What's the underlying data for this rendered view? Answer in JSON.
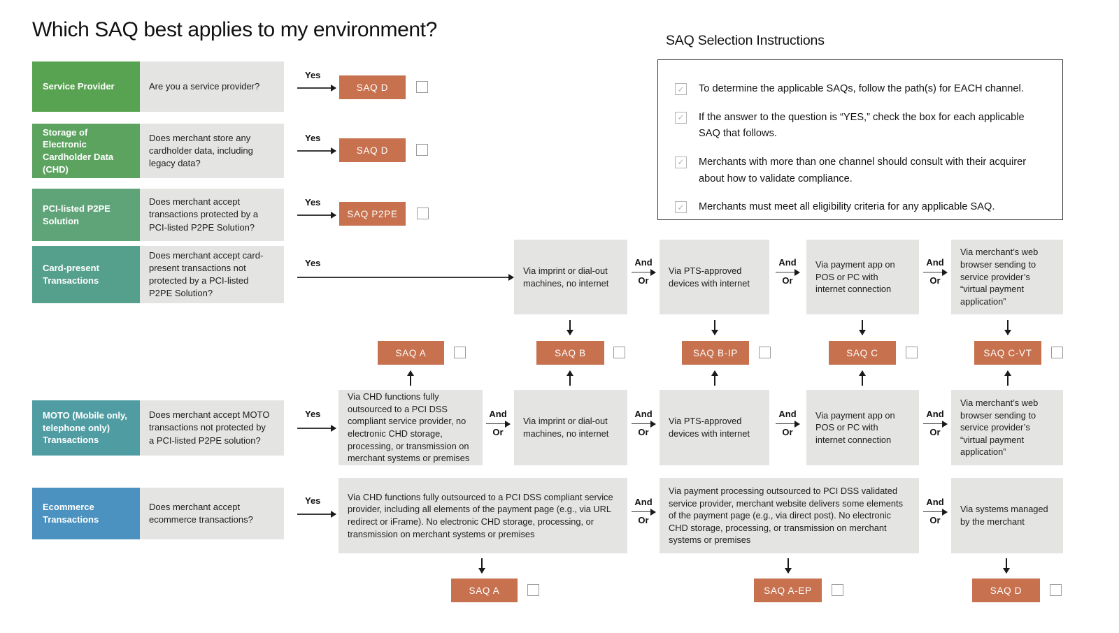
{
  "page": {
    "title": "Which SAQ best applies to my environment?"
  },
  "labels": {
    "yes": "Yes",
    "and": "And",
    "or": "Or"
  },
  "icons": {
    "check": "✓"
  },
  "instructions": {
    "heading": "SAQ Selection Instructions",
    "items": [
      "To determine the applicable SAQs, follow the path(s) for EACH channel.",
      "If the answer to the question is “YES,” check the box for each applicable SAQ that follows.",
      "Merchants with more than one channel should consult with their acquirer about how to validate compliance.",
      "Merchants must meet all eligibility criteria for any applicable SAQ."
    ]
  },
  "channels": [
    {
      "label": "Service Provider",
      "question": "Are you a service provider?",
      "color": "#58a351"
    },
    {
      "label": "Storage of Electronic Cardholder Data (CHD)",
      "question": "Does merchant store any cardholder data, including legacy data?",
      "color": "#5ca35f"
    },
    {
      "label": "PCI-listed P2PE Solution",
      "question": "Does merchant accept transactions protected by a PCI-listed P2PE Solution?",
      "color": "#5fa478"
    },
    {
      "label": "Card-present Transactions",
      "question": "Does merchant accept card-present transactions not protected by a PCI-listed P2PE Solution?",
      "color": "#55a08c"
    },
    {
      "label": "MOTO (Mobile only, telephone only) Transactions",
      "question": "Does merchant accept MOTO transactions not protected by a PCI-listed P2PE solution?",
      "color": "#4f9da3"
    },
    {
      "label": "Ecommerce Transactions",
      "question": "Does merchant accept ecommerce transactions?",
      "color": "#4b92c0"
    }
  ],
  "saq": {
    "service_provider": "SAQ D",
    "storage_chd": "SAQ D",
    "p2pe": "SAQ P2PE",
    "mid": [
      "SAQ A",
      "SAQ B",
      "SAQ B-IP",
      "SAQ C",
      "SAQ C-VT"
    ],
    "bottom": [
      "SAQ A",
      "SAQ A-EP",
      "SAQ D"
    ]
  },
  "paths": {
    "card_present": [
      "Via imprint or dial-out machines, no internet",
      "Via PTS-approved devices with internet",
      "Via payment app on POS or PC with internet connection",
      "Via merchant’s web browser sending to service provider’s “virtual payment application”"
    ],
    "moto": [
      "Via CHD functions fully outsourced to a PCI DSS compliant service provider, no electronic CHD storage, processing, or transmission on merchant systems or premises",
      "Via imprint or dial-out machines, no internet",
      "Via PTS-approved devices with internet",
      "Via payment app on POS or PC with internet connection",
      "Via merchant’s web browser sending to service provider’s “virtual payment application”"
    ],
    "ecommerce": [
      "Via CHD functions fully outsourced to a PCI DSS compliant service provider, including all elements of the payment page (e.g., via URL redirect or iFrame). No electronic CHD storage, processing, or transmission on merchant systems or premises",
      "Via payment processing outsourced to PCI DSS validated service provider, merchant website delivers some elements of the payment page (e.g., via direct post). No electronic CHD storage, processing, or transmission on merchant systems or premises",
      "Via systems managed by the merchant"
    ]
  },
  "colors": {
    "saq_box": "#c7714e",
    "path_box": "#e4e4e2"
  }
}
